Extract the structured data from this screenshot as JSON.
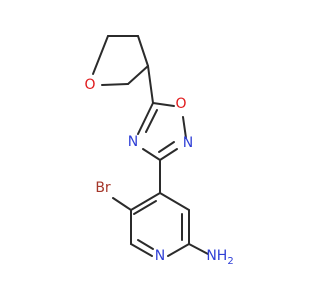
{
  "molecule": {
    "atoms": {
      "o_thf": {
        "text": "O",
        "color": "#e0191b"
      },
      "o_ring": {
        "text": "O",
        "color": "#e0191b"
      },
      "n_oxa_left": {
        "text": "N",
        "color": "#2f3fd6"
      },
      "n_oxa_right": {
        "text": "N",
        "color": "#2f3fd6"
      },
      "br": {
        "text": "Br",
        "color": "#a5372a"
      },
      "n_pyr": {
        "text": "N",
        "color": "#2f3fd6"
      },
      "nh2": {
        "text": "NH",
        "sub": "2",
        "color": "#2f3fd6"
      }
    },
    "bond_color": "#2b2b2b"
  }
}
